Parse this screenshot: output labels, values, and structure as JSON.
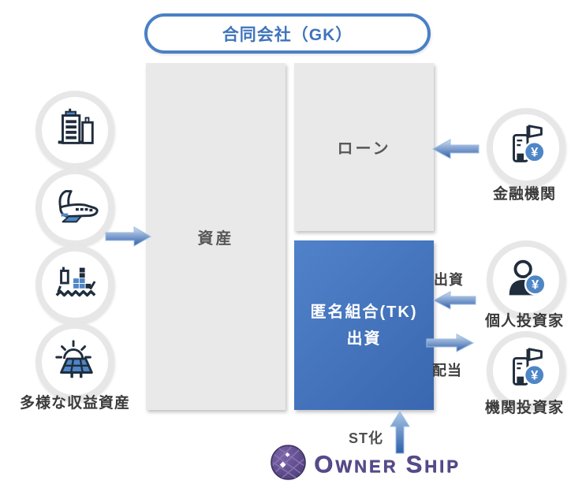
{
  "colors": {
    "accent_blue": "#4a80c4",
    "box_gray": "#e9e9e9",
    "tk_blue_light": "#5082ca",
    "tk_blue_dark": "#3a67af",
    "arrow_light": "#cfdef1",
    "arrow_dark": "#2e5fa9",
    "icon_navy": "#1f2d3d",
    "icon_blue": "#4e86c6",
    "logo_purple": "#574a8e",
    "label_gray": "#3b3b3b"
  },
  "header": {
    "title": "合同会社（GK）"
  },
  "boxes": {
    "assets": {
      "label": "資産"
    },
    "loan": {
      "label": "ローン"
    },
    "tk": {
      "label_line1": "匿名組合(TK)",
      "label_line2": "出資"
    }
  },
  "left_assets": {
    "caption": "多様な収益資産",
    "icons": [
      "buildings",
      "airplane",
      "cargo-ship",
      "solar-panel"
    ]
  },
  "investors": {
    "financial": {
      "label": "金融機関",
      "icon": "bank-yen"
    },
    "individual": {
      "label": "個人投資家",
      "icon": "person-yen"
    },
    "institutional": {
      "label": "機関投資家",
      "icon": "bank-yen"
    }
  },
  "flows": {
    "investment_label": "出資",
    "dividend_label": "配当",
    "st_label": "ST化"
  },
  "logo": {
    "part1_initial": "O",
    "part1_rest": "WNER",
    "part2_initial": "S",
    "part2_rest": "HIP"
  },
  "yen_symbol": "¥"
}
